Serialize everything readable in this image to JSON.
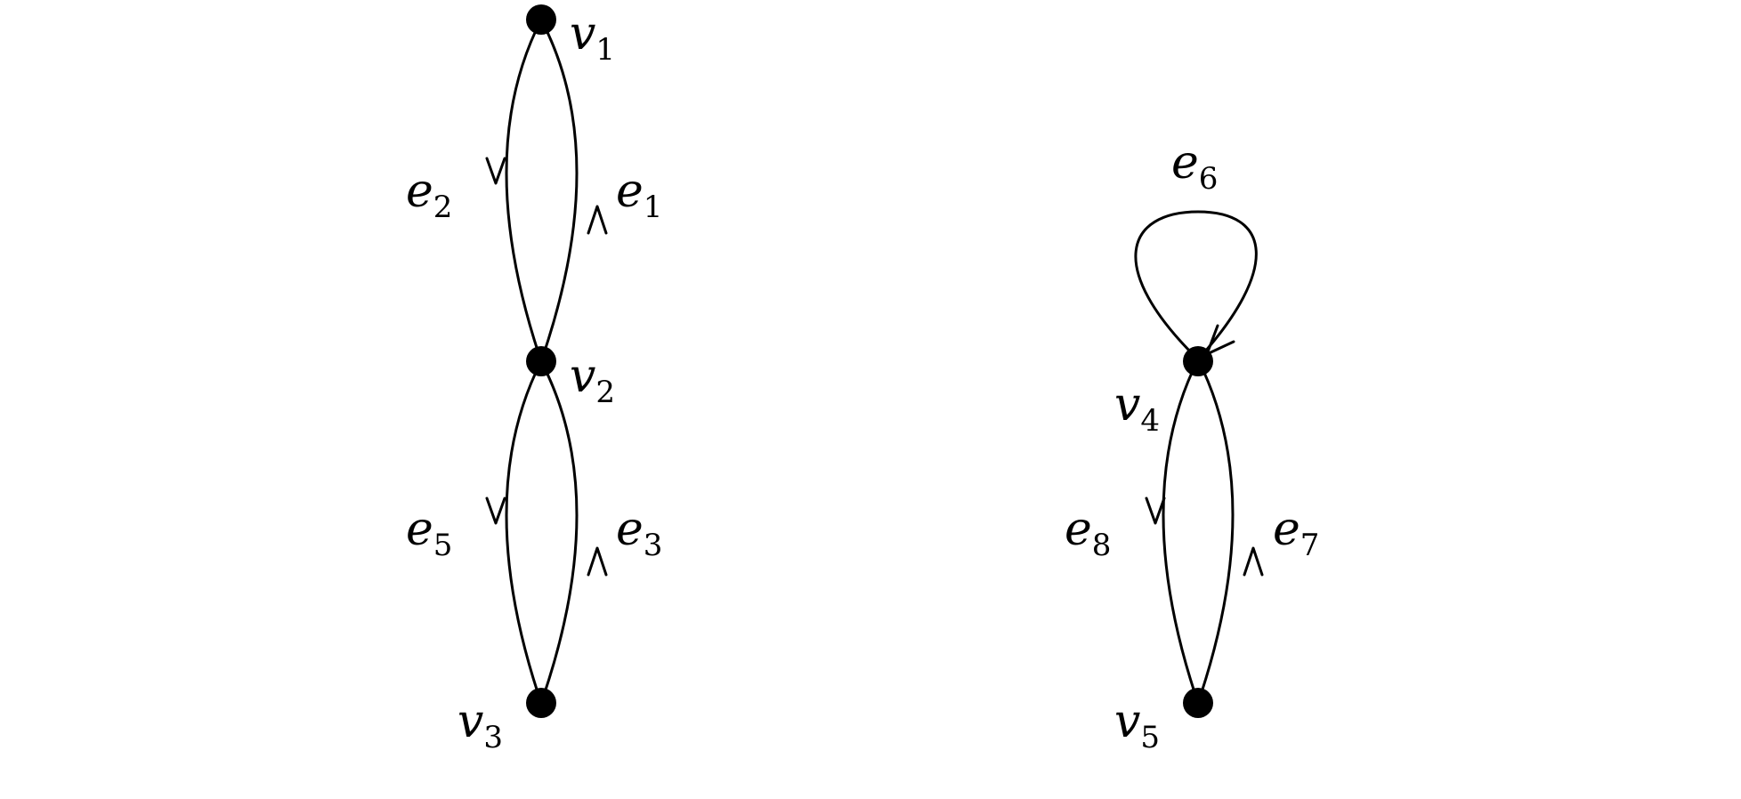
{
  "diagram": {
    "vertices": [
      {
        "id": "v1",
        "label": "v",
        "sub": "1"
      },
      {
        "id": "v2",
        "label": "v",
        "sub": "2"
      },
      {
        "id": "v3",
        "label": "v",
        "sub": "3"
      },
      {
        "id": "v4",
        "label": "v",
        "sub": "4"
      },
      {
        "id": "v5",
        "label": "v",
        "sub": "5"
      }
    ],
    "edges": [
      {
        "id": "e1",
        "label": "e",
        "sub": "1",
        "from": "v2",
        "to": "v1"
      },
      {
        "id": "e2",
        "label": "e",
        "sub": "2",
        "from": "v1",
        "to": "v2"
      },
      {
        "id": "e3",
        "label": "e",
        "sub": "3",
        "from": "v3",
        "to": "v2"
      },
      {
        "id": "e5",
        "label": "e",
        "sub": "5",
        "from": "v2",
        "to": "v3"
      },
      {
        "id": "e6",
        "label": "e",
        "sub": "6",
        "from": "v4",
        "to": "v4"
      },
      {
        "id": "e7",
        "label": "e",
        "sub": "7",
        "from": "v5",
        "to": "v4"
      },
      {
        "id": "e8",
        "label": "e",
        "sub": "8",
        "from": "v4",
        "to": "v5"
      }
    ],
    "colors": {
      "stroke": "#000000",
      "background": "#ffffff"
    }
  }
}
